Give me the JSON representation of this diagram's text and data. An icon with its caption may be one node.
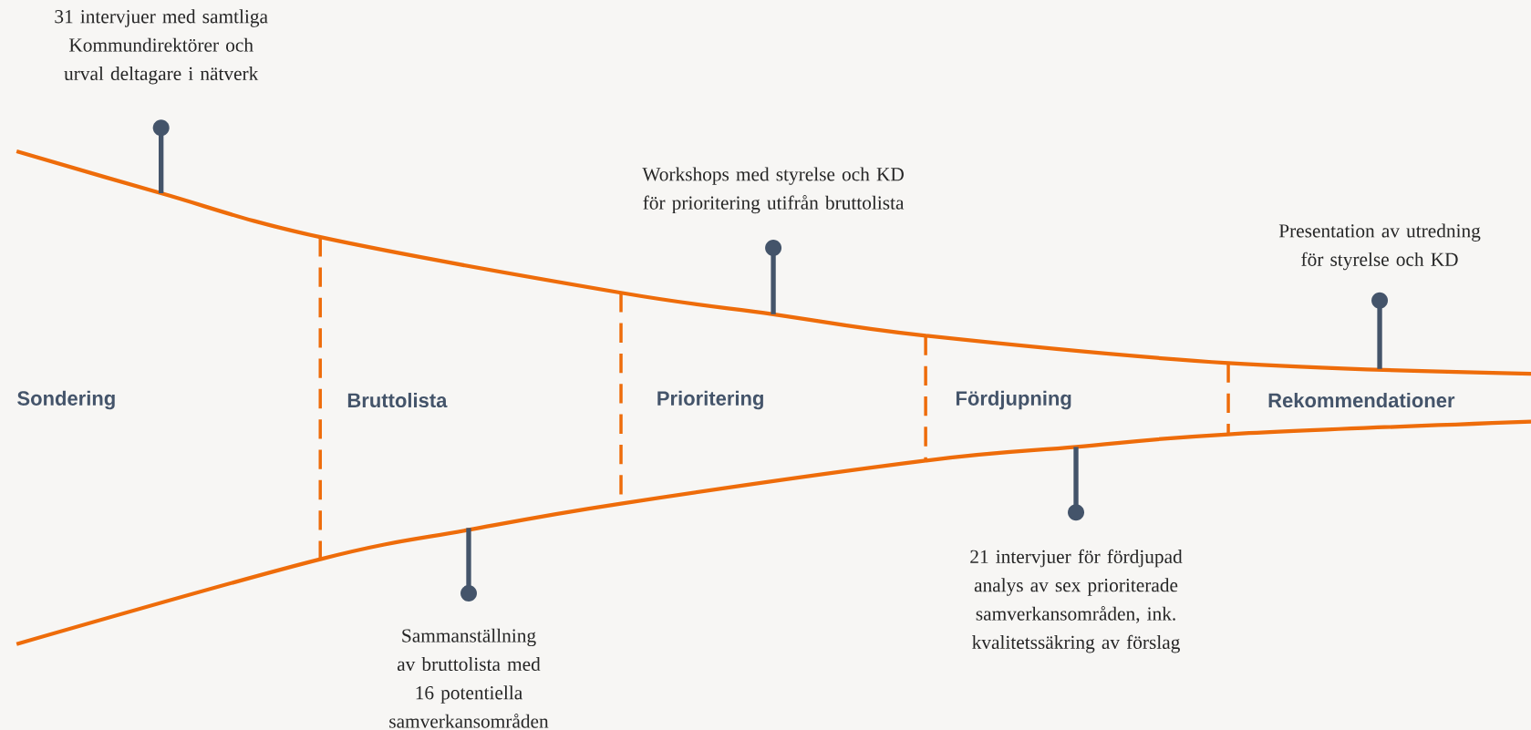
{
  "diagram": {
    "labels": [
      "31 intervjuer med samtliga Kommundirektörer och urval deltagare i nätverk",
      "Workshops med styrelse och KD för prioritering utifrån bruttolista",
      "Presentation av utredning för styrelse och KD",
      "Sondering",
      "Bruttolista",
      "Prioritering",
      "Fördjupning",
      "Rekommendationer",
      "21 intervjuer för fördjupad analys av sex prioriterade samverkansområden, ink. kvalitetssäkring av förslag",
      "Sammanställning av bruttolista med 16 potentiella samverkansområden"
    ]
  }
}
